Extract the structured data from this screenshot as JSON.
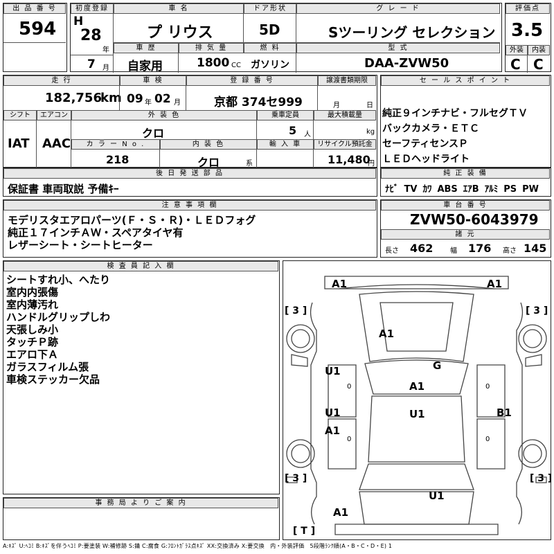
{
  "top": {
    "lot_label": "出 品 番 号",
    "lot_number": "594",
    "first_reg_label": "初度登録",
    "era": "H",
    "reg_year": "28",
    "year_unit": "年",
    "reg_month": "7",
    "month_unit": "月",
    "name_label": "車 名",
    "car_name": "プ リウス",
    "door_label": "ドア形状",
    "door": "5D",
    "grade_label": "グ レ ー ド",
    "grade": "Sツーリング セレクション",
    "score_label": "評価点",
    "score": "3.5",
    "ext_label": "外装",
    "ext_grade": "C",
    "int_label": "内装",
    "int_grade": "C",
    "history_label": "車 歴",
    "history": "自家用",
    "displacement_label": "排 気 量",
    "displacement": "1800",
    "cc_unit": "CC",
    "fuel_label": "燃 料",
    "fuel": "ガソリン",
    "model_label": "型 式",
    "model": "DAA-ZVW50"
  },
  "row2": {
    "mileage_label": "走 行",
    "mileage": "182,756",
    "km_unit": "km",
    "inspection_label": "車 検",
    "insp_year": "09",
    "insp_year_unit": "年",
    "insp_month": "02",
    "insp_month_unit": "月",
    "plate_label": "登 録 番 号",
    "plate": "京都 374セ999",
    "transfer_label": "譲渡書類期限",
    "transfer_month_unit": "月",
    "transfer_day_unit": "日",
    "shift_label": "シフト",
    "shift": "IAT",
    "ac_label": "エアコン",
    "ac": "AAC",
    "ext_color_label": "外 装 色",
    "ext_color": "クロ",
    "capacity_label": "乗車定員",
    "capacity": "5",
    "capacity_unit": "人",
    "load_label": "最大積載量",
    "load_unit": "kg",
    "color_no_label": "カ ラ ー N o .",
    "color_no": "218",
    "int_color_label": "内 装 色",
    "int_color": "クロ",
    "int_color_suffix": "系",
    "import_label": "輸 入 車",
    "recycle_label": "リサイクル預託金",
    "recycle": "11,480",
    "recycle_unit": "円"
  },
  "sales": {
    "title": "セ ー ル ス ポ イ ン ト",
    "lines": [
      "純正９インチナビ・フルセグＴＶ",
      "バックカメラ・ＥＴＣ",
      "セーフティセンスＰ",
      "ＬＥＤヘッドライト"
    ]
  },
  "parts": {
    "title": "後 日 発 送 部 品",
    "text": "保証書 車両取説 予備ｷｰ"
  },
  "equipment": {
    "title": "純 正 装 備",
    "items": [
      "ﾅﾋﾞ",
      "TV",
      "ｶﾜ",
      "ABS",
      "ｴｱB",
      "ｱﾙﾐ",
      "PS",
      "PW"
    ]
  },
  "notes": {
    "title": "注 意 事 項 欄",
    "lines": [
      "モデリスタエアロパーツ(Ｆ・Ｓ・Ｒ)・ＬＥＤフォグ",
      "純正１７インチＡＷ・スペアタイヤ有",
      "レザーシート・シートヒーター"
    ]
  },
  "chassis": {
    "title": "車 台 番 号",
    "number": "ZVW50-6043979"
  },
  "specs": {
    "title": "諸 元",
    "length_label": "長さ",
    "length": "462",
    "width_label": "幅",
    "width": "176",
    "height_label": "高さ",
    "height": "145"
  },
  "inspector": {
    "title": "検 査 員 記 入 欄",
    "lines": [
      "シートすれ小、へたり",
      "室内内張傷",
      "室内薄汚れ",
      "ハンドルグリップしわ",
      "天張しみ小",
      "タッチＰ跡",
      "エアロ下Ａ",
      "ガラスフィルム張",
      "車検ステッカー欠品"
    ]
  },
  "office": {
    "title": "事 務 局 よ り ご 案 内"
  },
  "diagram": {
    "tags": [
      "A1",
      "A1",
      "A1",
      "G",
      "U1",
      "A1",
      "U1",
      "U1",
      "A1",
      "B1",
      "U1",
      "A1"
    ],
    "tire_labels": [
      "[ 3 ]",
      "[ 3 ]",
      "[ 3 ]",
      "[ 3 ]"
    ],
    "spare_label": "[ T ]",
    "zeros": [
      "0",
      "0",
      "0",
      "0"
    ]
  },
  "legend": "A:ｷｽﾞ U:ﾍｺﾐ B:ｷｽﾞを伴うﾍｺﾐ P:要塗装 W:補修跡 S:錆 C:腐食 G:ﾌﾛﾝﾄｶﾞﾗｽ点ｷｽﾞ XX:交換済み X:要交換　内・外装評価　5段階ﾗﾝｸ順(A・B・C・D・E) 1"
}
